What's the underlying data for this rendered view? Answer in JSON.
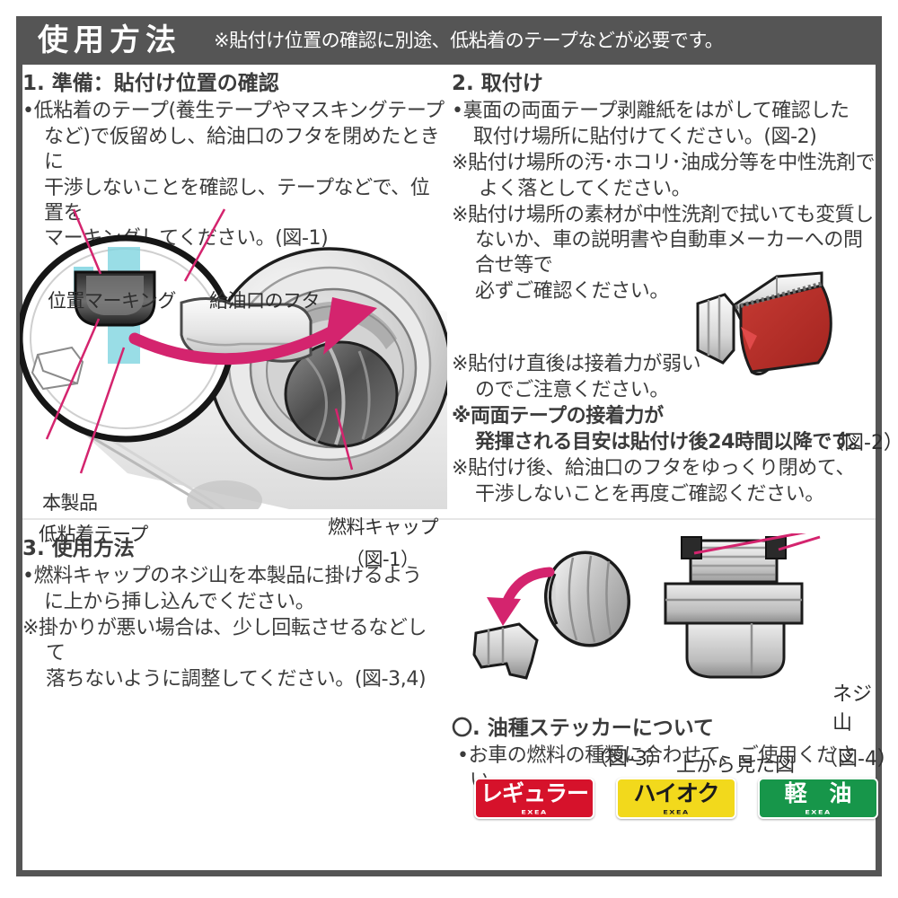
{
  "header": {
    "title": "使用方法",
    "note": "※貼付け位置の確認に別途、低粘着のテープなどが必要です。"
  },
  "sections": [
    {
      "id": "prep",
      "title": "1. 準備：貼付け位置の確認",
      "lines": [
        "•低粘着のテープ(養生テープやマスキングテープ",
        "など)で仮留めし、給油口のフタを閉めたときに",
        "干渉しないことを確認し、テープなどで、位置を",
        "マーキングしてください。(図-1)"
      ]
    },
    {
      "id": "install",
      "title": "2. 取付け",
      "lines": [
        "•裏面の両面テープ剥離紙をはがして確認した",
        "取付け場所に貼付けてください。(図-2)",
        "※貼付け場所の汚･ホコリ･油成分等を中性洗剤で",
        "よく落としてください。",
        "※貼付け場所の素材が中性洗剤で拭いても変質し",
        "ないか、車の説明書や自動車メーカーへの問合せ等で",
        "必ずご確認ください。"
      ],
      "lines2": [
        "※貼付け直後は接着力が弱い",
        "のでご注意ください。"
      ],
      "bold_lines": [
        "※両面テープの接着力が",
        "発揮される目安は貼付け後24時間以降です。"
      ],
      "lines3": [
        "※貼付け後、給油口のフタをゆっくり閉めて、",
        "干渉しないことを再度ご確認ください。"
      ]
    },
    {
      "id": "usage",
      "title": "3. 使用方法",
      "lines": [
        "•燃料キャップのネジ山を本製品に掛けるよう",
        "に上から挿し込んでください。",
        "※掛かりが悪い場合は、少し回転させるなどして",
        "落ちないように調整してください。(図-3,4)"
      ]
    },
    {
      "id": "sticker",
      "title": "〇. 油種ステッカーについて",
      "lines": [
        "•お車の燃料の種類に合わせて、ご使用ください。"
      ]
    }
  ],
  "figure_labels": {
    "position_marking": "位置マーキング",
    "fuel_lid": "給油口のフタ",
    "product": "本製品",
    "low_tack_tape": "低粘着テープ",
    "fuel_cap": "燃料キャップ",
    "fig1": "（図-1）",
    "fig2": "（図-2）",
    "fig3": "（図-3）",
    "fig4": "（図-4）",
    "thread": "ネジ山",
    "top_view": "上から見た図"
  },
  "stickers": [
    {
      "label": "レギュラー",
      "brand": "EXEA",
      "bg": "#d6122b",
      "text_color": "#ffffff"
    },
    {
      "label": "ハイオク",
      "brand": "EXEA",
      "bg": "#f2d91c",
      "text_color": "#1b1b1b"
    },
    {
      "label": "軽 油",
      "brand": "EXEA",
      "bg": "#17964a",
      "text_color": "#ffffff"
    }
  ],
  "colors": {
    "frame": "#555555",
    "header_bg": "#555555",
    "header_text": "#ffffff",
    "body_text": "#3b3b3b",
    "accent_pink": "#d4246e",
    "tape_cyan": "#7fd4e0",
    "tape_red": "#c0342f"
  }
}
